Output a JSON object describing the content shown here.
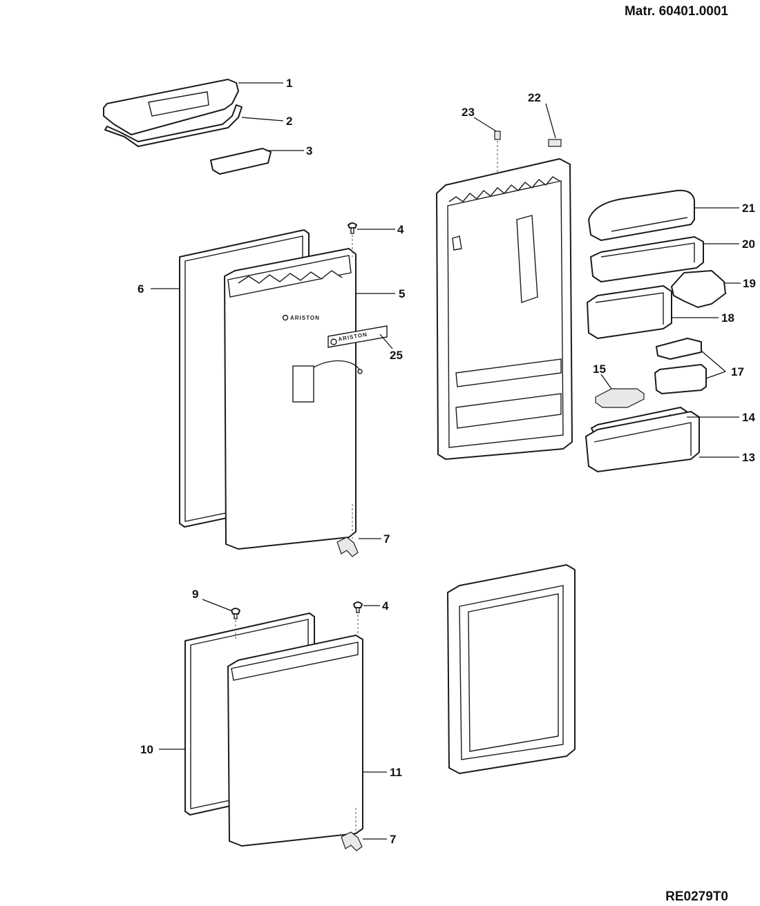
{
  "header": {
    "title": "Matr. 60401.0001"
  },
  "footer": {
    "reference": "RE0279T0"
  },
  "brand": {
    "logo_text": "ARISTON"
  },
  "callouts": {
    "c1": "1",
    "c2": "2",
    "c3": "3",
    "c4a": "4",
    "c4b": "4",
    "c5": "5",
    "c6": "6",
    "c7a": "7",
    "c7b": "7",
    "c9": "9",
    "c10": "10",
    "c11": "11",
    "c13": "13",
    "c14": "14",
    "c15": "15",
    "c17": "17",
    "c18": "18",
    "c19": "19",
    "c20": "20",
    "c21": "21",
    "c22": "22",
    "c23": "23",
    "c25": "25"
  }
}
